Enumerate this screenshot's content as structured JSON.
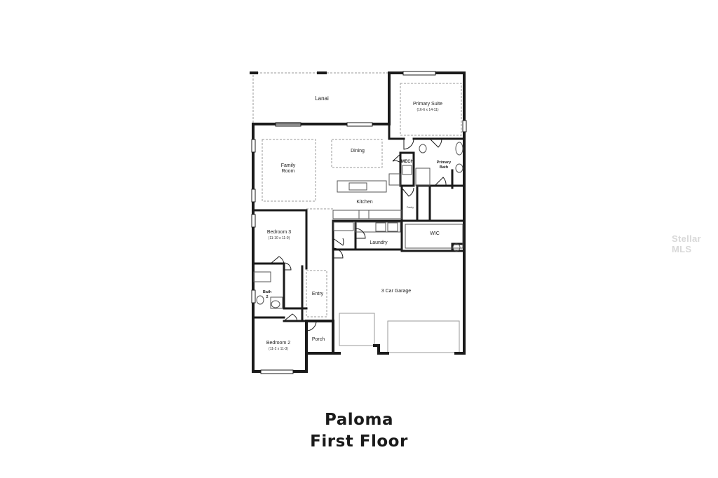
{
  "plan_title": {
    "name": "Paloma",
    "floor": "First Floor"
  },
  "watermark": "Stellar MLS",
  "rooms": {
    "lanai": "Lanai",
    "primary_suite": "Primary Suite",
    "primary_suite_dims": "(16-6 x 14-11)",
    "family_room_line1": "Family",
    "family_room_line2": "Room",
    "dining": "Dining",
    "mech": "MECH",
    "primary_bath_line1": "Primary",
    "primary_bath_line2": "Bath",
    "kitchen": "Kitchen",
    "pantry": "Pantry",
    "bedroom3": "Bedroom 3",
    "bedroom3_dims": "(11-10 x 11-9)",
    "wic": "WIC",
    "laundry": "Laundry",
    "entry": "Entry",
    "garage": "3 Car Garage",
    "bath2_line1": "Bath",
    "bath2_line2": "2",
    "bedroom2": "Bedroom 2",
    "bedroom2_dims": "(11-2 x 11-3)",
    "porch": "Porch"
  },
  "colors": {
    "wall": "#1a1a1a",
    "dashed": "#9a9a9a",
    "fixture": "#555555",
    "background": "#ffffff"
  }
}
